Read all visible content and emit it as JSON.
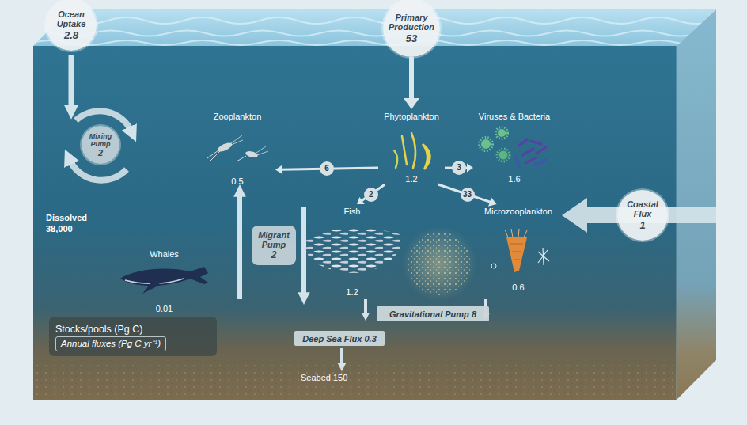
{
  "diagram": {
    "nodes": [
      {
        "text": [
          "Ocean Uptake",
          "2.8"
        ]
      },
      {
        "text": [
          "Primary Production",
          "53"
        ]
      },
      {
        "text": [
          "Zooplankton",
          "0.5"
        ]
      },
      {
        "text": [
          "Phytoplankton",
          "1.2"
        ]
      },
      {
        "text": [
          "Viruses & Bacteria",
          "1.6"
        ]
      },
      {
        "text": [
          "Mixing Pump",
          "2"
        ]
      },
      {
        "text": [
          "Coastal Flux",
          "1"
        ]
      },
      {
        "text": [
          "Migrant Pump",
          "2"
        ]
      },
      {
        "text": [
          "Whales",
          "0.01"
        ]
      },
      {
        "text": [
          "Fish",
          "1.2"
        ]
      },
      {
        "text": [
          "Microzooplankton",
          "0.6"
        ]
      },
      {
        "text": [
          "Gravitational Pump 8"
        ]
      },
      {
        "text": [
          "Deep Sea Flux 0.3"
        ]
      }
    ],
    "edges": [
      {
        "from": 1,
        "to": 3,
        "arrow": "to"
      },
      {
        "from": 3,
        "to": 2,
        "label": "6",
        "arrow": "to"
      },
      {
        "from": 3,
        "to": 4,
        "label": "3",
        "arrow": "to"
      },
      {
        "from": 3,
        "to": 9,
        "label": "2",
        "arrow": "to"
      },
      {
        "from": 3,
        "to": 10,
        "label": "33",
        "arrow": "to"
      }
    ],
    "labels": [
      "Dissolved 38,000",
      "Seabed 150"
    ],
    "legend": [
      {
        "text": "Stocks/pools (Pg C)"
      },
      {
        "text": "Annual fluxes (Pg C yr⁻¹)"
      }
    ]
  }
}
